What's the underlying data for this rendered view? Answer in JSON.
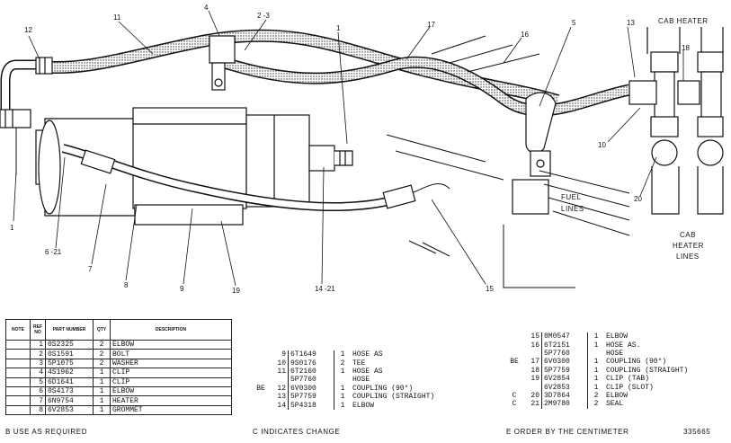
{
  "callouts": {
    "c11": "11",
    "c12": "12",
    "c4": "4",
    "c2_3": "2 -3",
    "c17": "17",
    "c16": "16",
    "c5": "5",
    "c13": "13",
    "c18": "18",
    "c1a": "1",
    "c1b": "1",
    "c10": "10",
    "c20": "20",
    "c6_21": "6 -21",
    "c7": "7",
    "c8": "8",
    "c9": "9",
    "c19": "19",
    "c14_21": "14 -21",
    "c15": "15"
  },
  "labels": {
    "cab_heater_top": "CAB HEATER",
    "fuel_lines": [
      "FUEL",
      "LINES"
    ],
    "cab_heater_lines": [
      "CAB",
      "HEATER",
      "LINES"
    ]
  },
  "table1": {
    "headers": [
      "NOTE",
      "REF NO",
      "PART NUMBER",
      "QTY",
      "DESCRIPTION"
    ],
    "rows": [
      {
        "note": "",
        "ref": "1",
        "part": "0S2325",
        "qty": "2",
        "desc": "ELBOW"
      },
      {
        "note": "",
        "ref": "2",
        "part": "0S1591",
        "qty": "2",
        "desc": "BOLT"
      },
      {
        "note": "",
        "ref": "3",
        "part": "5P1075",
        "qty": "2",
        "desc": "WASHER"
      },
      {
        "note": "",
        "ref": "4",
        "part": "4S1962",
        "qty": "1",
        "desc": "CLIP"
      },
      {
        "note": "",
        "ref": "5",
        "part": "6D1641",
        "qty": "1",
        "desc": "CLIP"
      },
      {
        "note": "",
        "ref": "6",
        "part": "0S4173",
        "qty": "1",
        "desc": "ELBOW"
      },
      {
        "note": "",
        "ref": "7",
        "part": "6N9754",
        "qty": "1",
        "desc": "HEATER"
      },
      {
        "note": "",
        "ref": "8",
        "part": "6V2853",
        "qty": "1",
        "desc": "GROMMET"
      }
    ]
  },
  "table2": {
    "rows": [
      {
        "note": "",
        "ref": "9",
        "part": "6T1649",
        "qty": "1",
        "desc": "HOSE AS"
      },
      {
        "note": "",
        "ref": "10",
        "part": "9S0176",
        "qty": "2",
        "desc": "TEE"
      },
      {
        "note": "",
        "ref": "11",
        "part": "6T2160",
        "qty": "1",
        "desc": "HOSE AS"
      },
      {
        "note": "",
        "ref": "",
        "part": "5P7760",
        "qty": "",
        "desc": "HOSE"
      },
      {
        "note": "BE",
        "ref": "12",
        "part": "6V0300",
        "qty": "1",
        "desc": "COUPLING (90°)"
      },
      {
        "note": "",
        "ref": "13",
        "part": "5P7759",
        "qty": "1",
        "desc": "COUPLING (STRAIGHT)"
      },
      {
        "note": "",
        "ref": "14",
        "part": "5P4318",
        "qty": "1",
        "desc": "ELBOW"
      }
    ]
  },
  "table3": {
    "rows": [
      {
        "note": "",
        "ref": "15",
        "part": "8M0547",
        "qty": "1",
        "desc": "ELBOW"
      },
      {
        "note": "",
        "ref": "16",
        "part": "6T2151",
        "qty": "1",
        "desc": "HOSE AS."
      },
      {
        "note": "",
        "ref": "",
        "part": "5P7760",
        "qty": "",
        "desc": "HOSE"
      },
      {
        "note": "BE",
        "ref": "17",
        "part": "6V0300",
        "qty": "1",
        "desc": "COUPLING (90°)"
      },
      {
        "note": "",
        "ref": "18",
        "part": "5P7759",
        "qty": "1",
        "desc": "COUPLING (STRAIGHT)"
      },
      {
        "note": "",
        "ref": "19",
        "part": "6V2854",
        "qty": "1",
        "desc": "CLIP (TAB)"
      },
      {
        "note": "",
        "ref": "",
        "part": "6V2853",
        "qty": "1",
        "desc": "CLIP (SLOT)"
      },
      {
        "note": "C",
        "ref": "20",
        "part": "3D7864",
        "qty": "2",
        "desc": "ELBOW"
      },
      {
        "note": "C",
        "ref": "21",
        "part": "2M9780",
        "qty": "2",
        "desc": "SEAL"
      }
    ]
  },
  "footnotes": {
    "b": "B   USE AS REQUIRED",
    "c": "C   INDICATES CHANGE",
    "e": "E   ORDER BY THE CENTIMETER",
    "ref": "335665"
  }
}
